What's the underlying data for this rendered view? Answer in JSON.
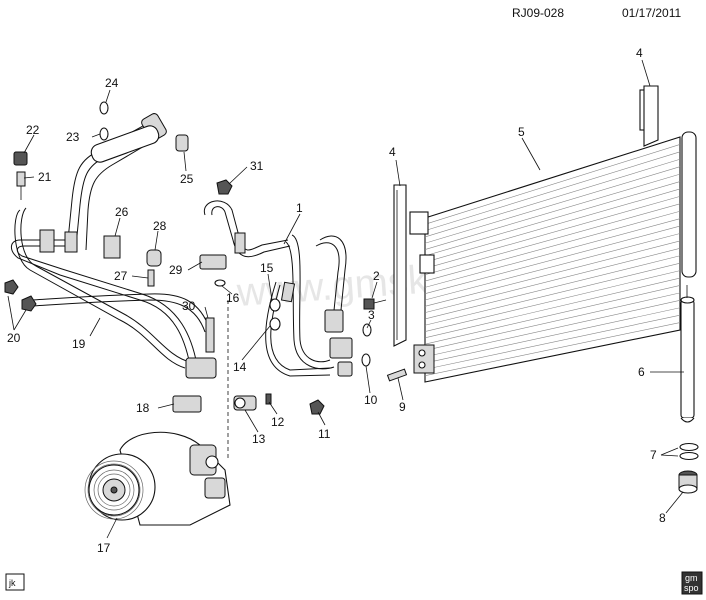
{
  "header": {
    "ref_code": "RJ09-028",
    "date": "01/17/2011"
  },
  "watermark": "www.gmsklad.ru",
  "footer": {
    "initials": "jk",
    "badge_top": "gm",
    "badge_bottom": "spo"
  },
  "callouts": {
    "c1": "1",
    "c2": "2",
    "c3": "3",
    "c4a": "4",
    "c4b": "4",
    "c5": "5",
    "c6": "6",
    "c7": "7",
    "c8": "8",
    "c9": "9",
    "c10": "10",
    "c11": "11",
    "c12": "12",
    "c13": "13",
    "c14": "14",
    "c15": "15",
    "c16": "16",
    "c17": "17",
    "c18": "18",
    "c19": "19",
    "c20": "20",
    "c21": "21",
    "c22": "22",
    "c23": "23",
    "c24": "24",
    "c25": "25",
    "c26": "26",
    "c27": "27",
    "c28": "28",
    "c29": "29",
    "c30": "30",
    "c31": "31"
  }
}
